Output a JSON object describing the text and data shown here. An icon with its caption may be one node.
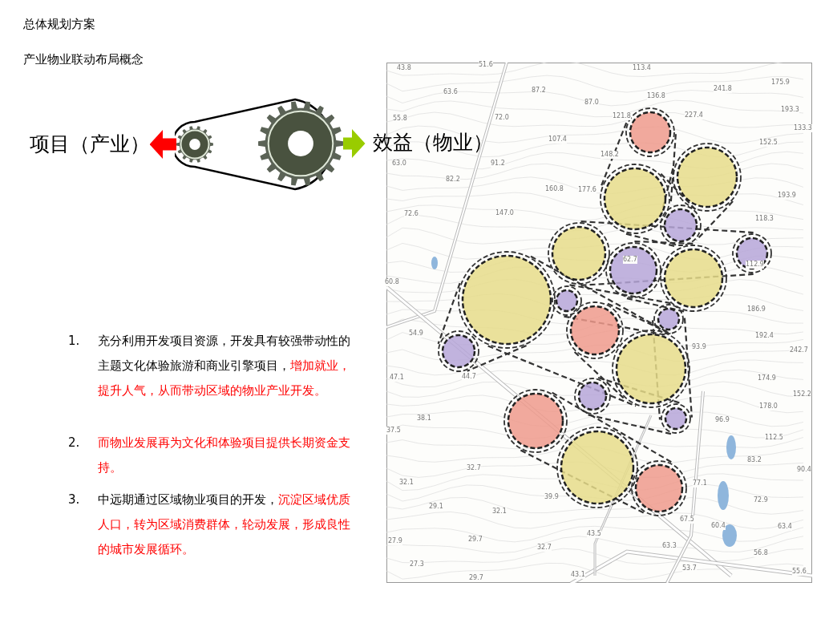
{
  "diagram": {
    "title": "总体规划方案",
    "nodes": [
      {
        "text": [
          "项目（产业）"
        ]
      },
      {
        "text": [],
        "shape": "picture"
      },
      {
        "text": [],
        "shape": "picture"
      },
      {
        "text": [
          "效益（物业）"
        ]
      }
    ],
    "edges": [
      {
        "from": 1,
        "to": 0,
        "arrow": "to",
        "color": "#ff0000"
      },
      {
        "from": 2,
        "to": 3,
        "arrow": "to",
        "color": "#99cc00"
      }
    ],
    "labels": [
      "产业物业联动布局概念",
      "1.",
      "充分利用开发项目资源，开发具有较强带动性的主题文化体验旅游和商业引擎项目，",
      "增加就业，提升人气，从而带动区域的物业产业开发。",
      "2.",
      "而物业发展再为文化和体验项目提供长期资金支持。",
      "3.",
      "中远期通过区域物业项目的开发，",
      "沉淀区域优质人口，转为区域消费群体，轮动发展，形成良性的城市发展循环。",
      "43.8",
      "51.6",
      "113.4",
      "63.6",
      "87.2",
      "175.9",
      "241.8",
      "136.8",
      "87.0",
      "193.3",
      "121.8",
      "227.4",
      "55.8",
      "72.0",
      "133.3",
      "107.4",
      "152.5",
      "148.2",
      "63.0",
      "91.2",
      "82.2",
      "160.8",
      "177.6",
      "193.9",
      "72.6",
      "147.0",
      "118.3",
      "62.7",
      "112.9",
      "60.8",
      "186.9",
      "54.9",
      "192.4",
      "242.7",
      "93.9",
      "47.1",
      "44.7",
      "174.9",
      "152.2",
      "178.0",
      "38.1",
      "37.5",
      "96.9",
      "112.5",
      "83.2",
      "32.7",
      "90.4",
      "32.1",
      "77.1",
      "72.9",
      "39.9",
      "29.1",
      "32.1",
      "67.5",
      "60.4",
      "63.4",
      "27.9",
      "29.7",
      "43.5",
      "32.7",
      "63.3",
      "56.8",
      "27.3",
      "53.7",
      "55.6",
      "29.7",
      "43.1"
    ]
  }
}
